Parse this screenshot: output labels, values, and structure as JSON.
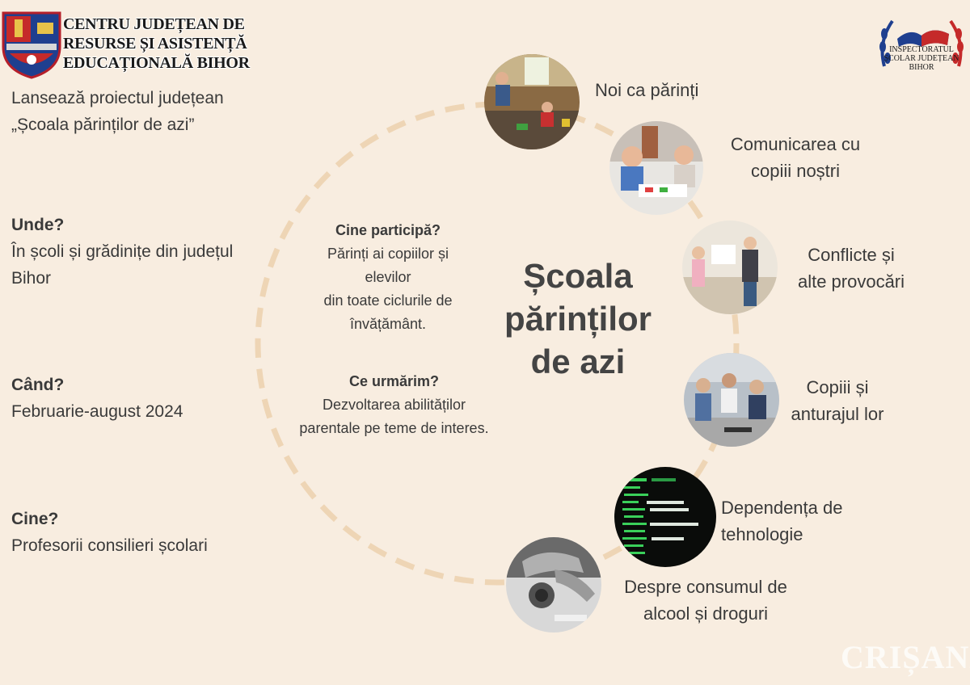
{
  "header": {
    "org_lines": [
      "CENTRU JUDEȚEAN DE",
      "RESURSE ȘI ASISTENȚĂ",
      "EDUCAȚIONALĂ BIHOR"
    ],
    "isj_logo_lines": [
      "INSPECTORATUL",
      "ȘCOLAR JUDEȚEAN",
      "BIHOR"
    ]
  },
  "intro": {
    "line1": "Lansează proiectul județean",
    "line2": "„Școala părinților de azi”"
  },
  "details": [
    {
      "heading": "Unde?",
      "lines": [
        "În școli și grădinițe din județul",
        "Bihor"
      ]
    },
    {
      "heading": "Când?",
      "lines": [
        "Februarie-august 2024"
      ]
    },
    {
      "heading": "Cine?",
      "lines": [
        "Profesorii consilieri școlari"
      ]
    }
  ],
  "center": {
    "participants_heading": "Cine participă?",
    "participants_lines": [
      "Părinți ai copiilor și",
      "elevilor",
      "din toate ciclurile de",
      "învățământ."
    ],
    "goal_heading": "Ce urmărim?",
    "goal_lines": [
      "Dezvoltarea abilităților",
      "parentale pe  teme de interes."
    ],
    "title_lines": [
      "Școala",
      "părinților",
      "de azi"
    ]
  },
  "topics": [
    {
      "lines": [
        "Noi ca părinți"
      ],
      "icon": "family-living-room-photo"
    },
    {
      "lines": [
        "Comunicarea cu",
        "copiii noștri"
      ],
      "icon": "children-playing-photo"
    },
    {
      "lines": [
        "Conflicte și",
        "alte provocări"
      ],
      "icon": "parent-child-conflict-photo"
    },
    {
      "lines": [
        "Copiii și",
        "anturajul lor"
      ],
      "icon": "teen-friends-photo"
    },
    {
      "lines": [
        "Dependența de",
        "tehnologie"
      ],
      "icon": "terminal-screen-photo"
    },
    {
      "lines": [
        "Despre consumul de",
        "alcool și droguri"
      ],
      "icon": "drugs-hands-photo"
    }
  ],
  "watermark": "CRIȘANA",
  "colors": {
    "background": "#f8ede0",
    "dashed_circle": "#eed5b5",
    "text": "#3a3a3a",
    "title": "#444444"
  }
}
